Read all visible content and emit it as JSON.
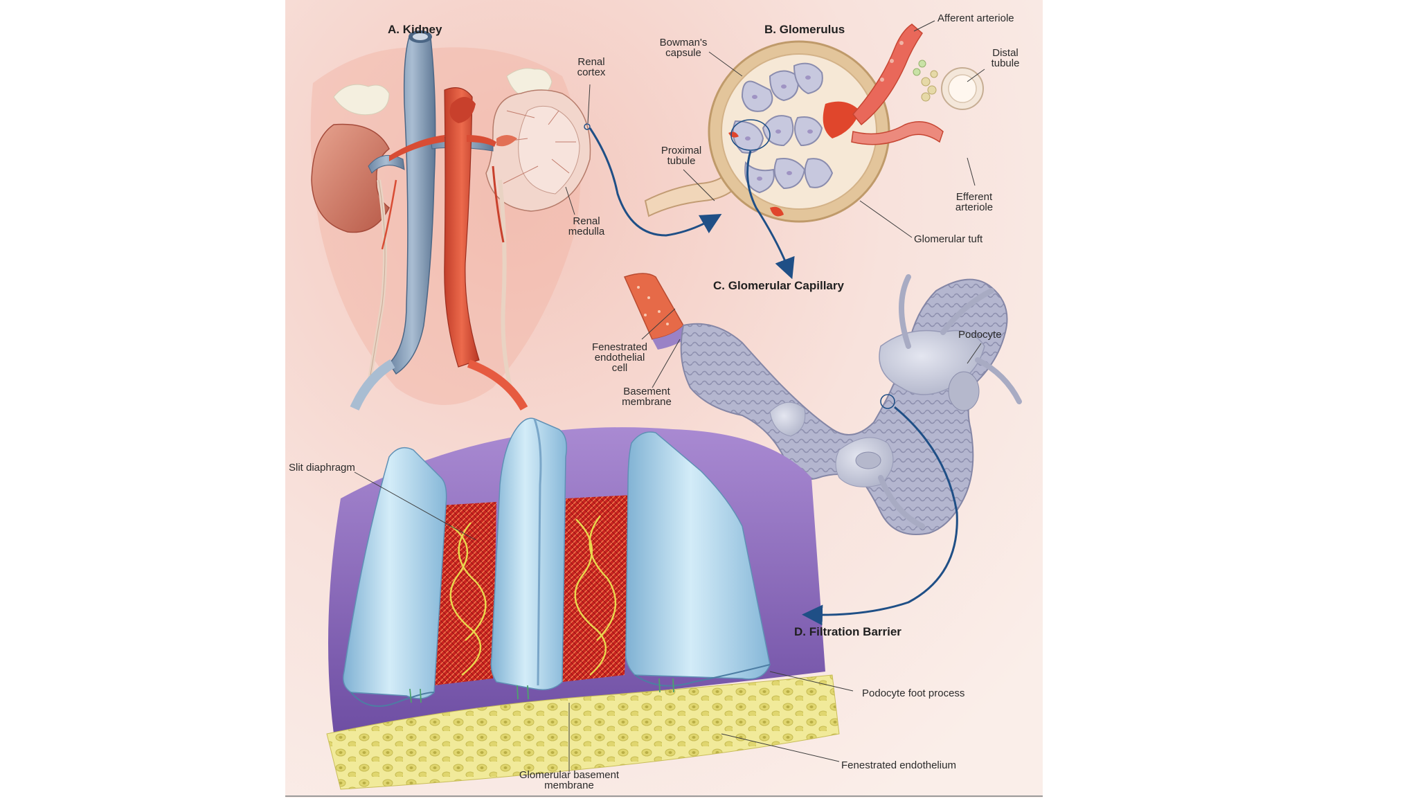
{
  "panels": {
    "a_title": "A. Kidney",
    "b_title": "B. Glomerulus",
    "c_title": "C. Glomerular Capillary",
    "d_title": "D. Filtration Barrier"
  },
  "labels": {
    "renal_cortex": "Renal\ncortex",
    "renal_medulla": "Renal\nmedulla",
    "bowmans_capsule": "Bowman's\ncapsule",
    "afferent_arteriole": "Afferent arteriole",
    "distal_tubule": "Distal\ntubule",
    "proximal_tubule": "Proximal\ntubule",
    "efferent_arteriole": "Efferent\narteriole",
    "glomerular_tuft": "Glomerular tuft",
    "fenestrated_endothelial_cell": "Fenestrated\nendothelial\ncell",
    "basement_membrane": "Basement\nmembrane",
    "podocyte": "Podocyte",
    "slit_diaphragm": "Slit diaphragm",
    "podocyte_foot_process": "Podocyte foot process",
    "fenestrated_endothelium": "Fenestrated endothelium",
    "glomerular_basement_membrane": "Glomerular basement\nmembrane"
  },
  "colors": {
    "background": "#f9e6e1",
    "artery": "#d9533b",
    "vein": "#7f98b3",
    "arrow": "#1f4f86",
    "podocyte": "#c9c9dc",
    "basement": "#8a6ab8",
    "endothelium": "#f3ec9f",
    "foot_process": "#a9d2ea"
  }
}
